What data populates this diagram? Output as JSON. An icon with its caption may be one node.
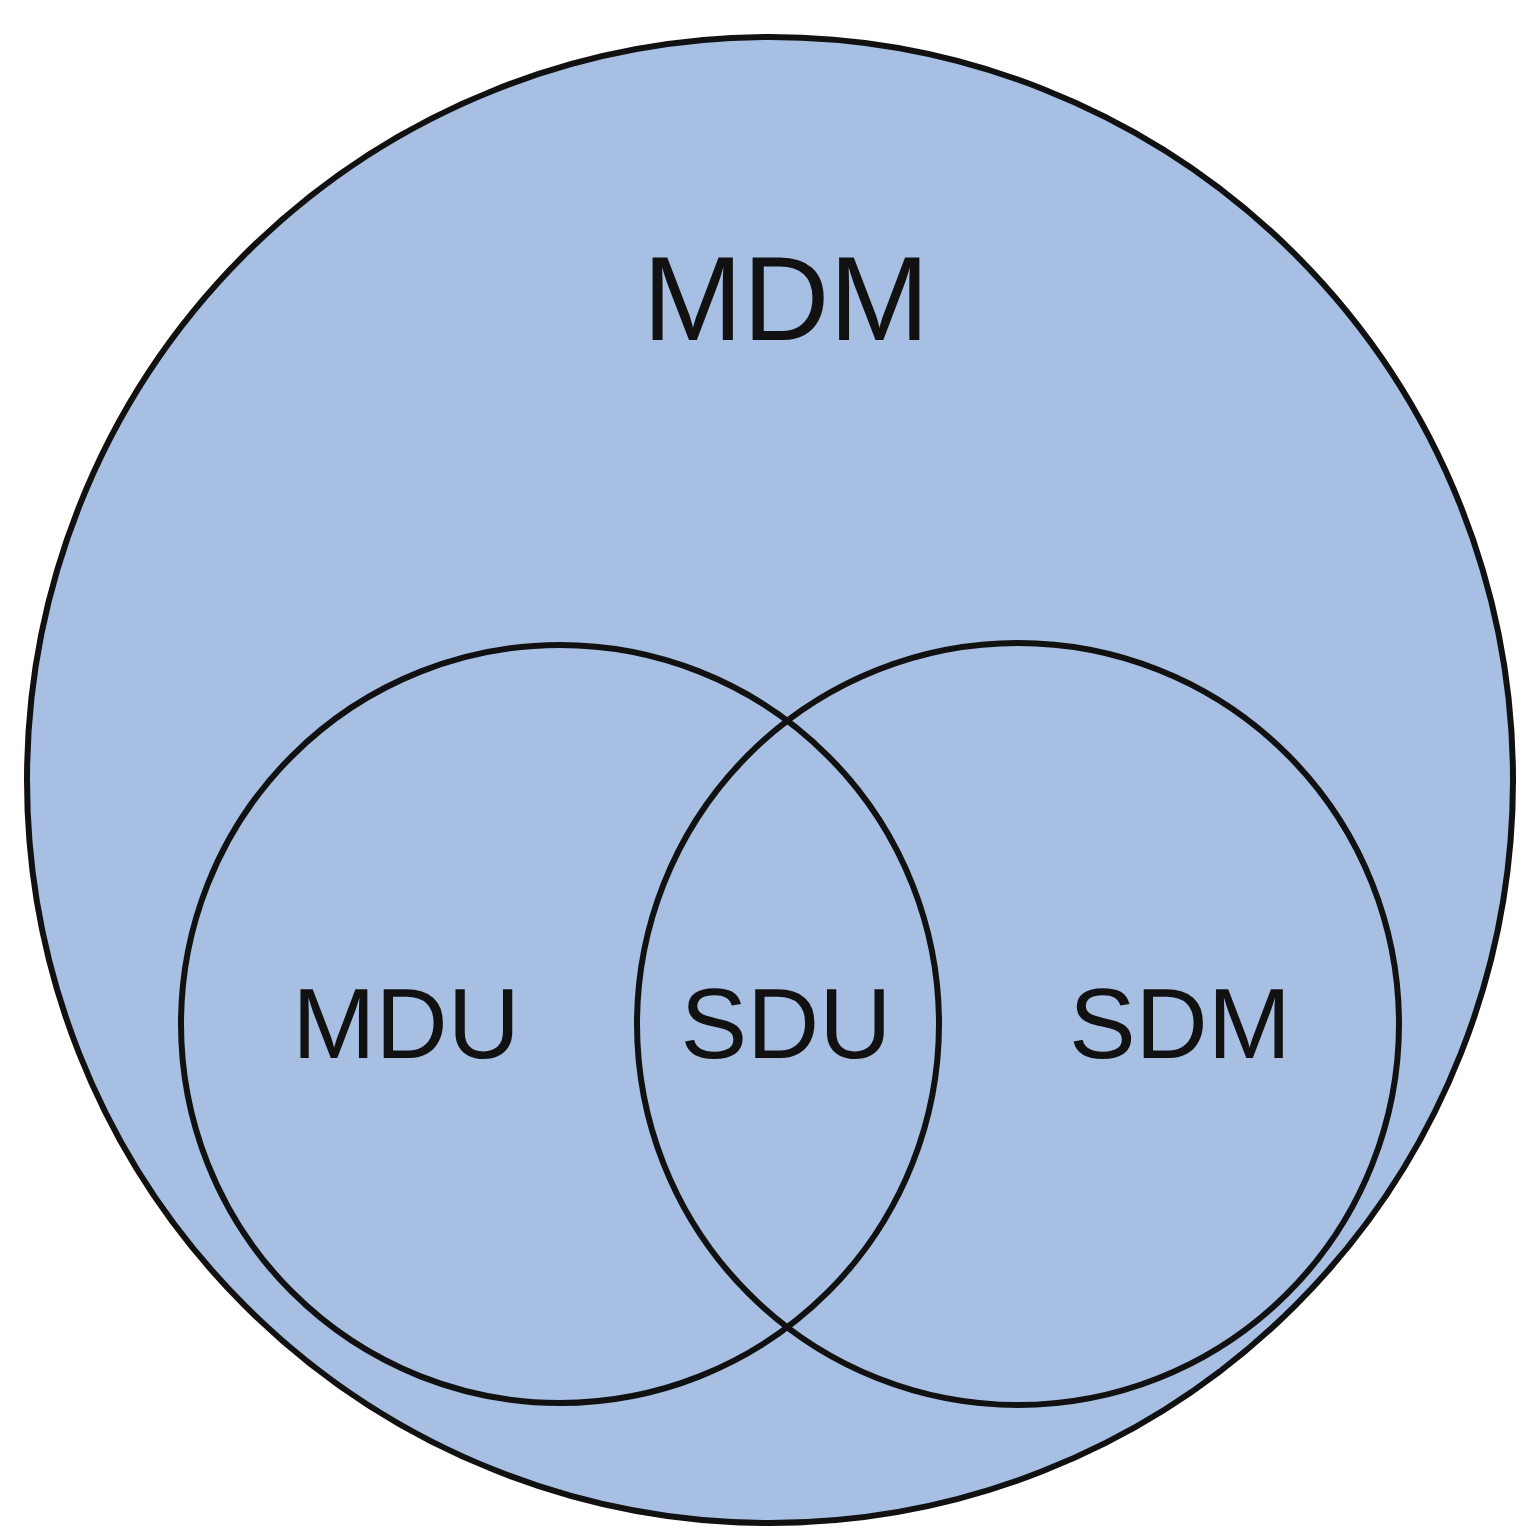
{
  "diagram": {
    "nodes": [
      {
        "text": [
          "MDM"
        ]
      },
      {
        "text": [
          "MDU"
        ],
        "in": 0
      },
      {
        "text": [
          "SDM"
        ],
        "in": 0
      }
    ],
    "labels": [
      "SDU"
    ]
  }
}
